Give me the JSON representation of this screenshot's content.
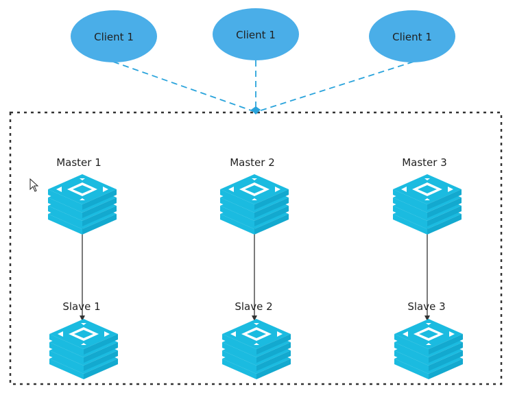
{
  "clients": [
    {
      "label": "Client 1"
    },
    {
      "label": "Client 1"
    },
    {
      "label": "Client 1"
    }
  ],
  "masters": [
    {
      "label": "Master 1"
    },
    {
      "label": "Master 2"
    },
    {
      "label": "Master 3"
    }
  ],
  "slaves": [
    {
      "label": "Slave 1"
    },
    {
      "label": "Slave 2"
    },
    {
      "label": "Slave 3"
    }
  ],
  "icon": "database-stack-icon",
  "colors": {
    "client_fill": "#4aaee8",
    "connector": "#29a3db",
    "node_icon": "#1bbbe0",
    "cluster_border": "#333333",
    "replication_arrow": "#333333"
  }
}
